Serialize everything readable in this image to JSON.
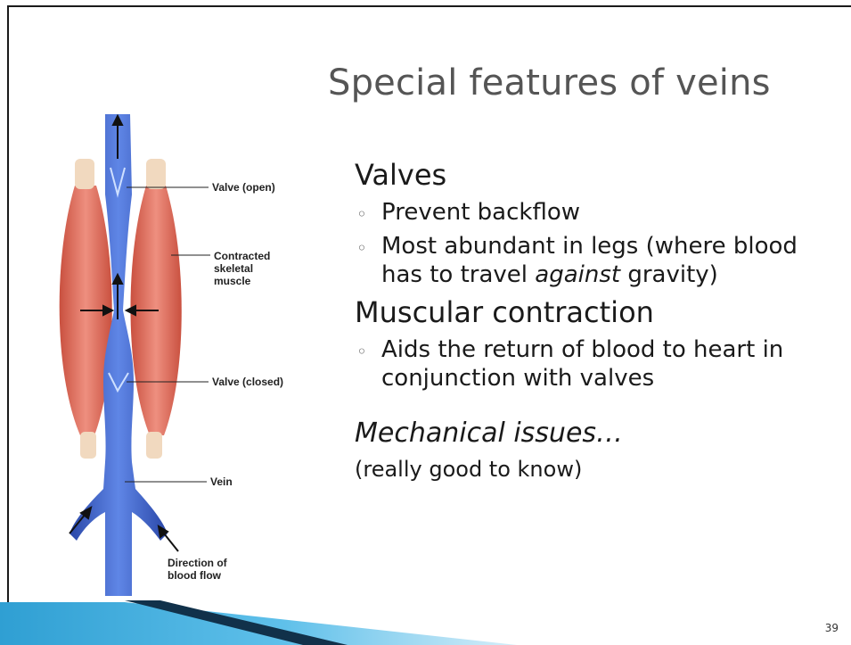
{
  "slide": {
    "title": "Special features of veins",
    "page_number": "39"
  },
  "content": {
    "section1": {
      "heading": "Valves",
      "bullets": [
        "Prevent backflow",
        "Most abundant in legs (where blood has to travel against gravity)"
      ],
      "bullet2_parts": {
        "before": "Most abundant in legs (where blood has to travel ",
        "emph": "against",
        "after": " gravity)"
      }
    },
    "section2": {
      "heading": "Muscular contraction",
      "bullets": [
        "Aids the return of blood to heart in conjunction with valves"
      ]
    },
    "mechanical": "Mechanical issues…",
    "note": "(really good to know)"
  },
  "figure": {
    "labels": {
      "valve_open": "Valve (open)",
      "contracted_1": "Contracted",
      "contracted_2": "skeletal",
      "contracted_3": "muscle",
      "valve_closed": "Valve (closed)",
      "vein": "Vein",
      "direction_1": "Direction of",
      "direction_2": "blood flow"
    }
  },
  "colors": {
    "title": "#555555",
    "vein": "#3a5fc4",
    "muscle": "#d9695a",
    "banner": "#3aa6d6"
  }
}
